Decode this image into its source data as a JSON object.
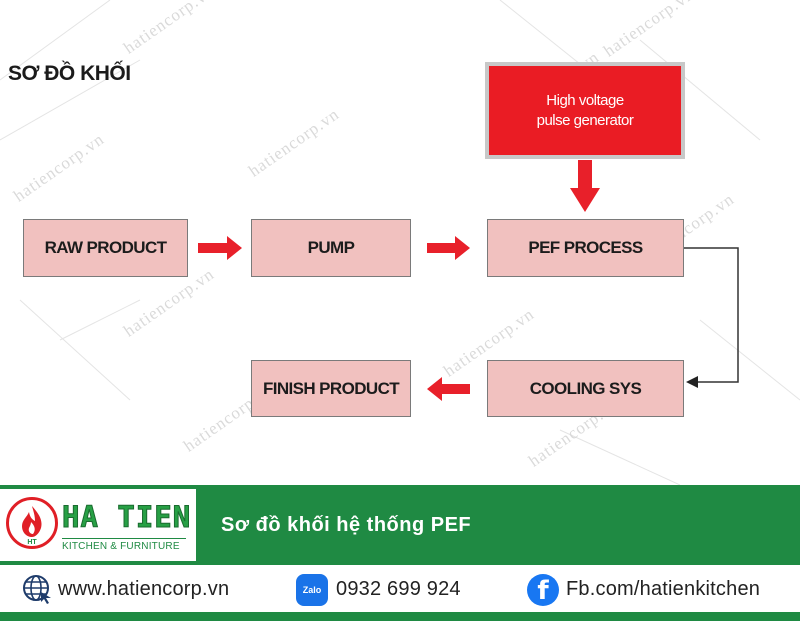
{
  "diagram": {
    "title": "SƠ ĐỒ KHỐI",
    "nodes": {
      "raw_product": "RAW PRODUCT",
      "pump": "PUMP",
      "pef_process": "PEF PROCESS",
      "generator_line1": "High voltage",
      "generator_line2": "pulse generator",
      "cooling_sys": "COOLING SYS",
      "finish_product": "FINISH PRODUCT"
    },
    "watermark": "hatiencorp.vn",
    "colors": {
      "box_fill": "#f1c1bf",
      "generator_fill": "#ea1c24",
      "arrow": "#e8202a"
    }
  },
  "banner": {
    "logo_name": "HA TIEN",
    "logo_subtitle": "KITCHEN & FURNITURE",
    "logo_badge": "HT",
    "caption": "Sơ đồ khối hệ thống PEF",
    "color": "#1f8a43"
  },
  "footer": {
    "website": "www.hatiencorp.vn",
    "phone": "0932 699 924",
    "facebook": "Fb.com/hatienkitchen",
    "zalo_icon_label": "Zalo",
    "fb_icon_label": "f",
    "icons": [
      "globe-icon",
      "zalo-icon",
      "facebook-icon"
    ]
  }
}
